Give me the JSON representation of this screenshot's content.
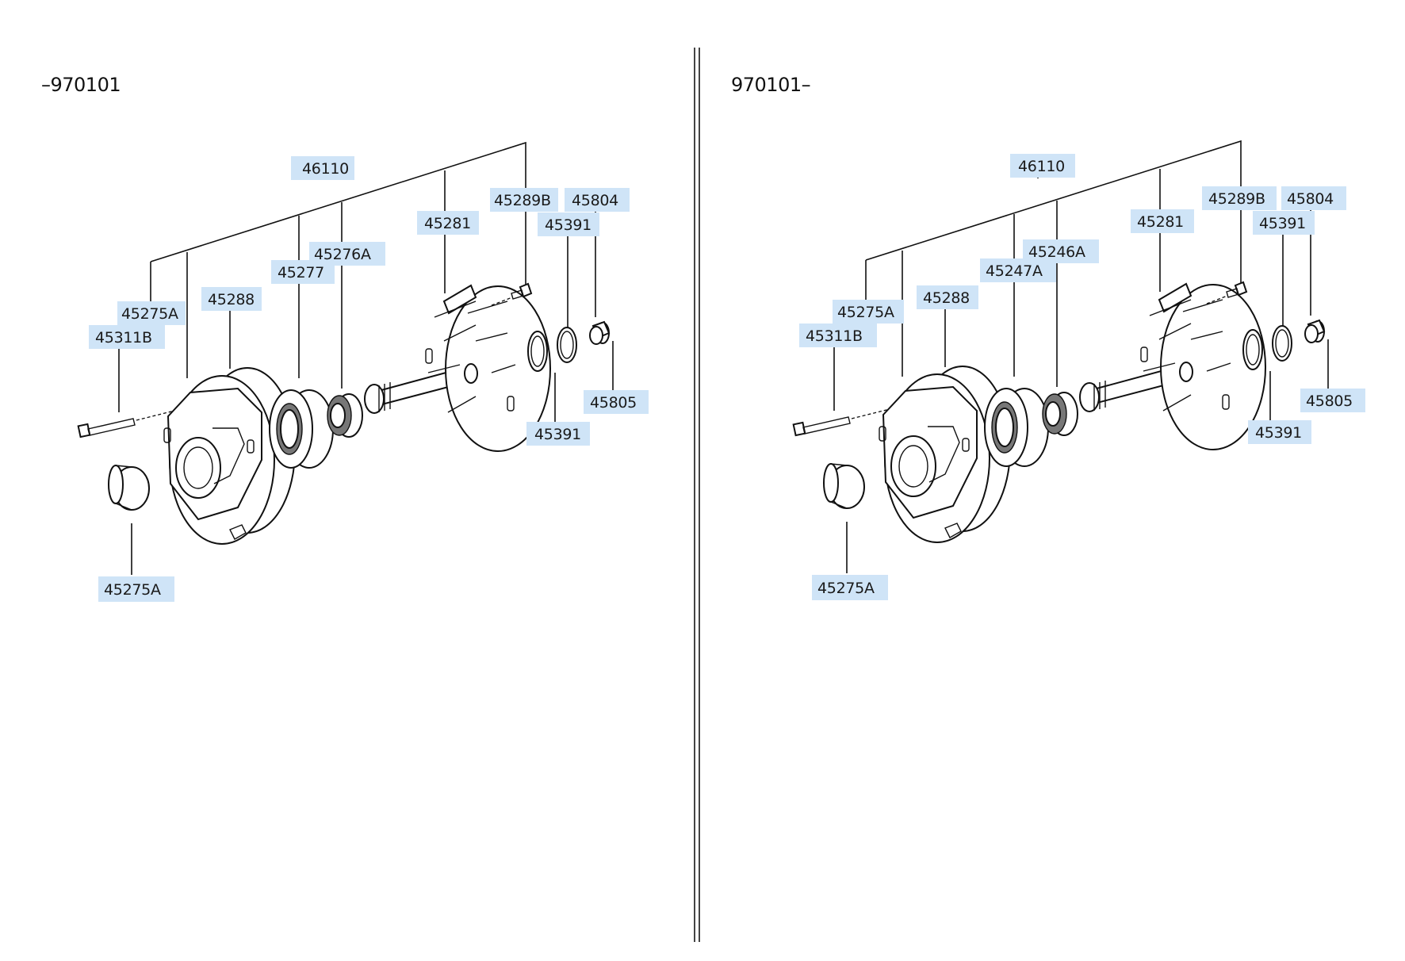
{
  "panels": [
    {
      "title": "–970101",
      "labels": {
        "group": "46110",
        "bolt_right": "45289B",
        "plug_top": "45804",
        "stator_shaft": "45281",
        "seal_ring_top": "45391",
        "gear_inner": "45276A",
        "gear_outer": "45277",
        "body": "45288",
        "bushing_top": "45275A",
        "bolt_left": "45311B",
        "plug_bottom": "45805",
        "seal_ring_bottom": "45391",
        "oil_seal": "45275A"
      }
    },
    {
      "title": "970101–",
      "labels": {
        "group": "46110",
        "bolt_right": "45289B",
        "plug_top": "45804",
        "stator_shaft": "45281",
        "seal_ring_top": "45391",
        "gear_inner": "45246A",
        "gear_outer": "45247A",
        "body": "45288",
        "bushing_top": "45275A",
        "bolt_left": "45311B",
        "plug_bottom": "45805",
        "seal_ring_bottom": "45391",
        "oil_seal": "45275A"
      }
    }
  ]
}
